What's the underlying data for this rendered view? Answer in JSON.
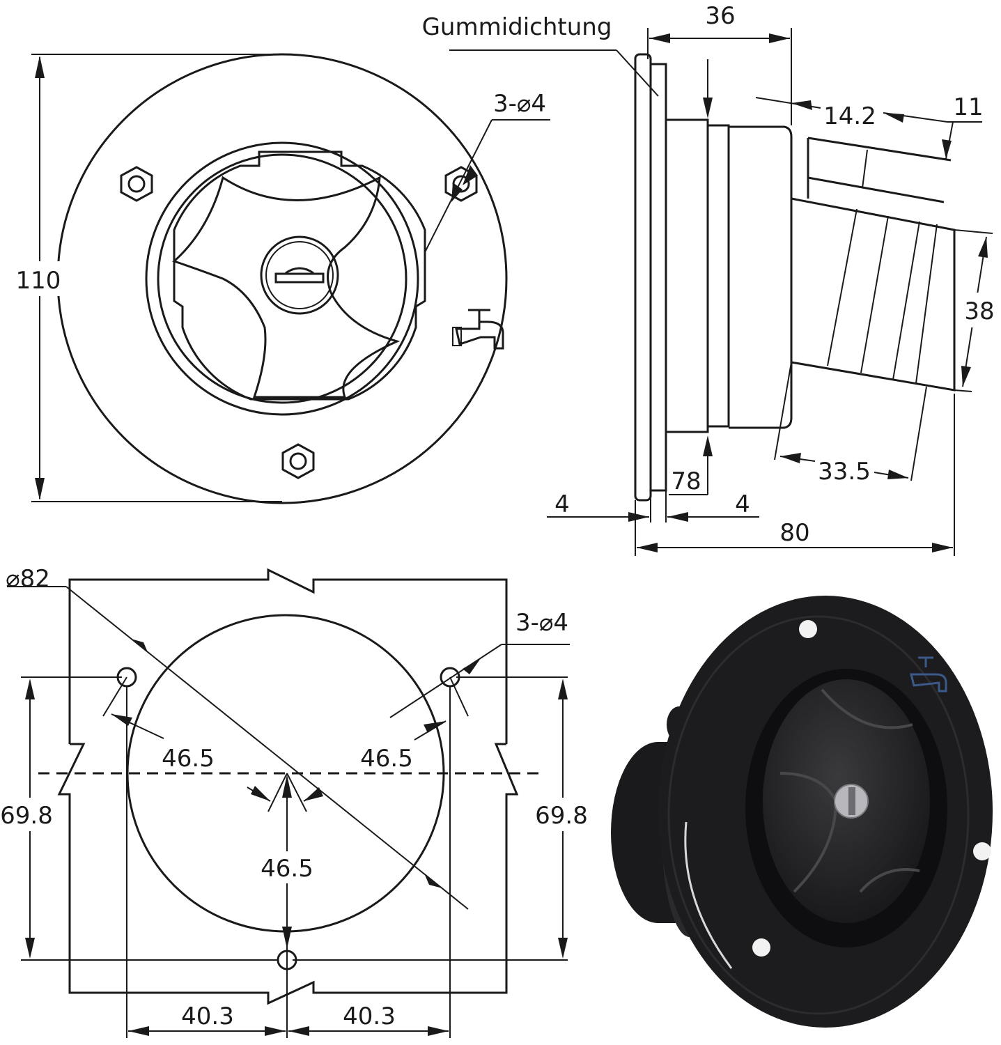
{
  "labels": {
    "seal": "Gummidichtung",
    "front_height": "110",
    "front_holes": "3-⌀4",
    "side_depth_flange": "36",
    "side_step_a": "14.2",
    "side_step_b": "11",
    "side_hose_dia": "38",
    "side_body": "78",
    "side_angle_len": "33.5",
    "side_flange_a": "4",
    "side_flange_b": "4",
    "side_total": "80",
    "cut_dia": "⌀82",
    "cut_holes": "3-⌀4",
    "cut_radius_left": "46.5",
    "cut_radius_right": "46.5",
    "cut_radius_bottom": "46.5",
    "cut_height_left": "69.8",
    "cut_height_right": "69.8",
    "cut_half_left": "40.3",
    "cut_half_right": "40.3"
  },
  "colors": {
    "line": "#1a1a1a",
    "product_body": "#1c1c1e",
    "product_highlight": "#3a3a3d",
    "faucet_icon": "#3b5a8a"
  },
  "icons": [
    "faucet-icon",
    "lock-key-icon",
    "hex-nut-icon"
  ]
}
